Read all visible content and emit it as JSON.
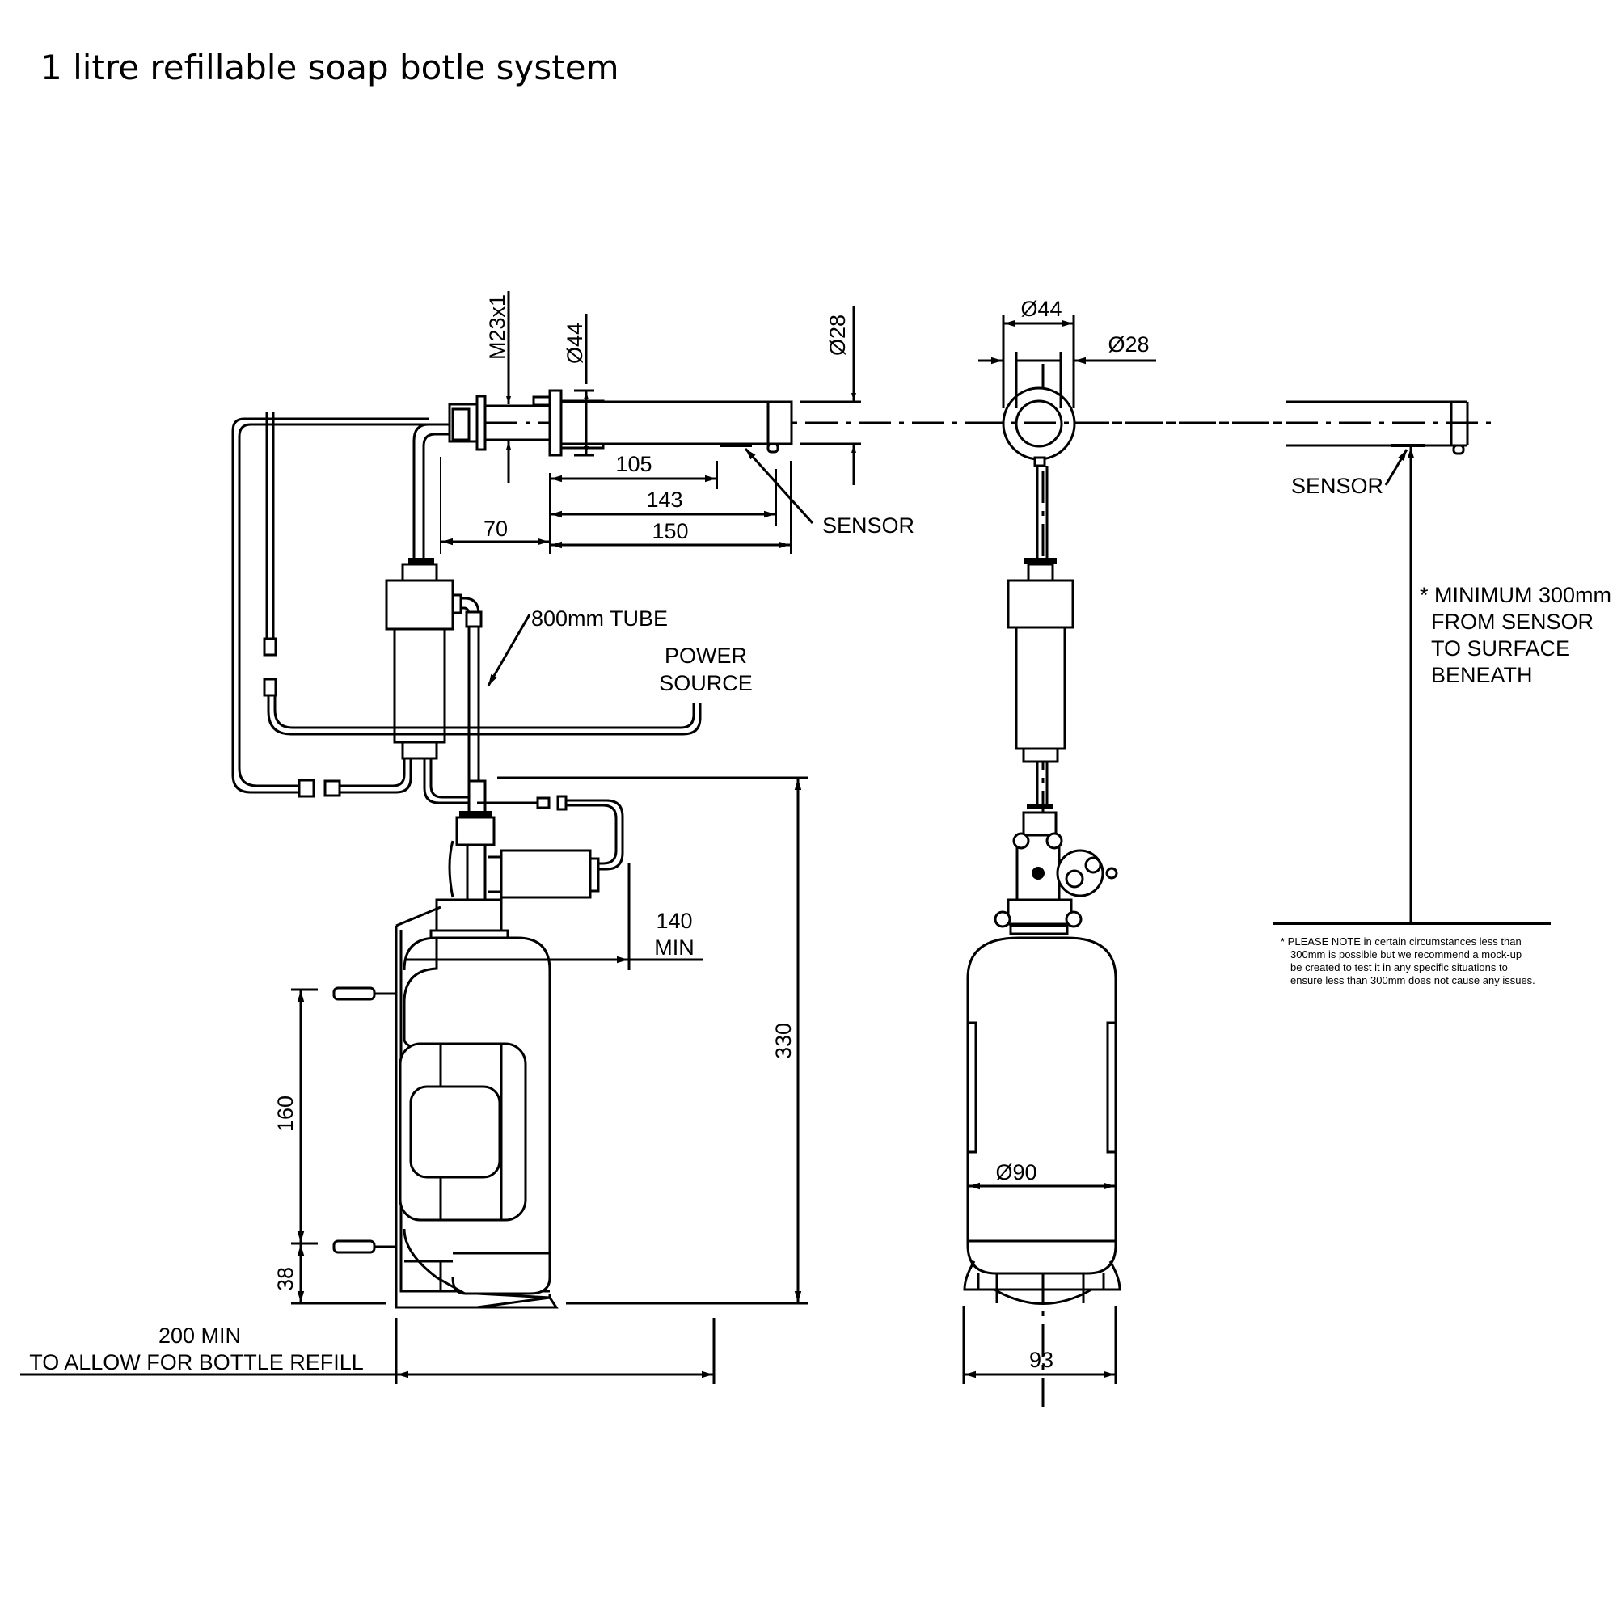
{
  "title": "1 litre refillable soap botle system",
  "side_view": {
    "thread_label": "M23x1",
    "flange_diameter": "Ø44",
    "spout_diameter": "Ø28",
    "dim_105": "105",
    "dim_143": "143",
    "dim_150": "150",
    "dim_70": "70",
    "sensor_label": "SENSOR",
    "tube_label": "800mm TUBE",
    "power_label_line1": "POWER",
    "power_label_line2": "SOURCE",
    "clearance_line1": "140",
    "clearance_line2": "MIN",
    "height_330": "330",
    "bracket_160": "160",
    "bracket_38": "38",
    "refill_line1": "200 MIN",
    "refill_line2": "TO ALLOW FOR BOTTLE REFILL"
  },
  "front_view": {
    "flange_diameter": "Ø44",
    "spout_diameter": "Ø28",
    "bottle_diameter": "Ø90",
    "base_width": "93"
  },
  "end_view": {
    "sensor_label": "SENSOR",
    "min_line1": "* MINIMUM 300mm",
    "min_line2": "FROM SENSOR",
    "min_line3": "TO SURFACE",
    "min_line4": "BENEATH",
    "note_lines": [
      "* PLEASE NOTE in certain circumstances less than",
      "300mm is possible but we recommend a mock-up",
      "be created to test it in any specific situations to",
      "ensure less than 300mm does not cause any issues."
    ]
  }
}
